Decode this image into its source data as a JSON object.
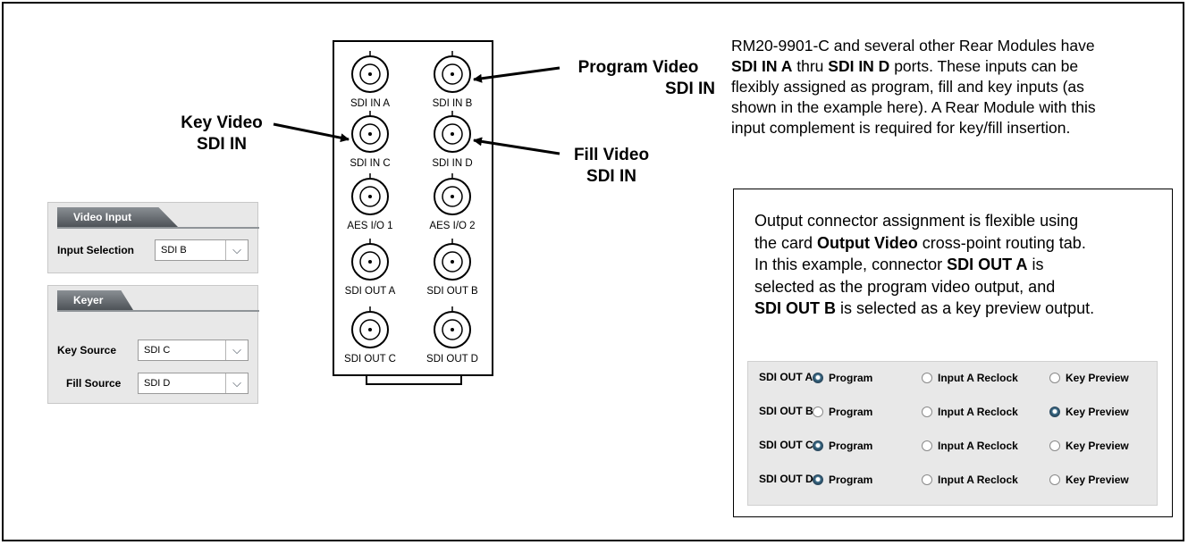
{
  "callouts": {
    "program_video": [
      "Program Video",
      "SDI IN"
    ],
    "key_video": [
      "Key Video",
      "SDI IN"
    ],
    "fill_video": [
      "Fill Video",
      "SDI IN"
    ]
  },
  "rear_module": {
    "connectors": [
      [
        "SDI IN A",
        "SDI IN B"
      ],
      [
        "SDI IN C",
        "SDI IN D"
      ],
      [
        "AES I/O 1",
        "AES I/O 2"
      ],
      [
        "SDI OUT A",
        "SDI OUT B"
      ],
      [
        "SDI OUT C",
        "SDI OUT D"
      ]
    ]
  },
  "description": {
    "line1": "RM20-9901-C and several other Rear Modules have",
    "line2_a": "SDI IN A",
    "line2_b": " thru ",
    "line2_c": "SDI IN D",
    "line2_d": " ports. These inputs can be",
    "line3": "flexibly assigned as program, fill and key inputs (as",
    "line4": "shown in the example here). A Rear Module with this",
    "line5": "input complement is required for key/fill insertion."
  },
  "output_note": {
    "line1": "Output connector assignment is flexible using",
    "line2_a": "the card ",
    "line2_b": "Output Video",
    "line2_c": " cross-point routing tab.",
    "line3_a": "In this example, connector ",
    "line3_b": "SDI OUT A",
    "line3_c": " is",
    "line4": "selected as the program video output, and",
    "line5_a": "SDI OUT",
    "line5_b": " B",
    "line5_c": " is selected as a key preview output."
  },
  "video_input_panel": {
    "tab": "Video Input",
    "field_label": "Input Selection",
    "value": "SDI B"
  },
  "keyer_panel": {
    "tab": "Keyer",
    "key_label": "Key Source",
    "key_value": "SDI C",
    "fill_label": "Fill Source",
    "fill_value": "SDI D"
  },
  "output_routing": {
    "columns": [
      "Program",
      "Input A Reclock",
      "Key Preview"
    ],
    "rows": [
      {
        "label": "SDI OUT A",
        "selected": "Program"
      },
      {
        "label": "SDI OUT B",
        "selected": "Key Preview"
      },
      {
        "label": "SDI OUT C",
        "selected": "Program"
      },
      {
        "label": "SDI OUT D",
        "selected": "Program"
      }
    ]
  },
  "icons": {
    "dropdown": "chevron-down-icon"
  }
}
